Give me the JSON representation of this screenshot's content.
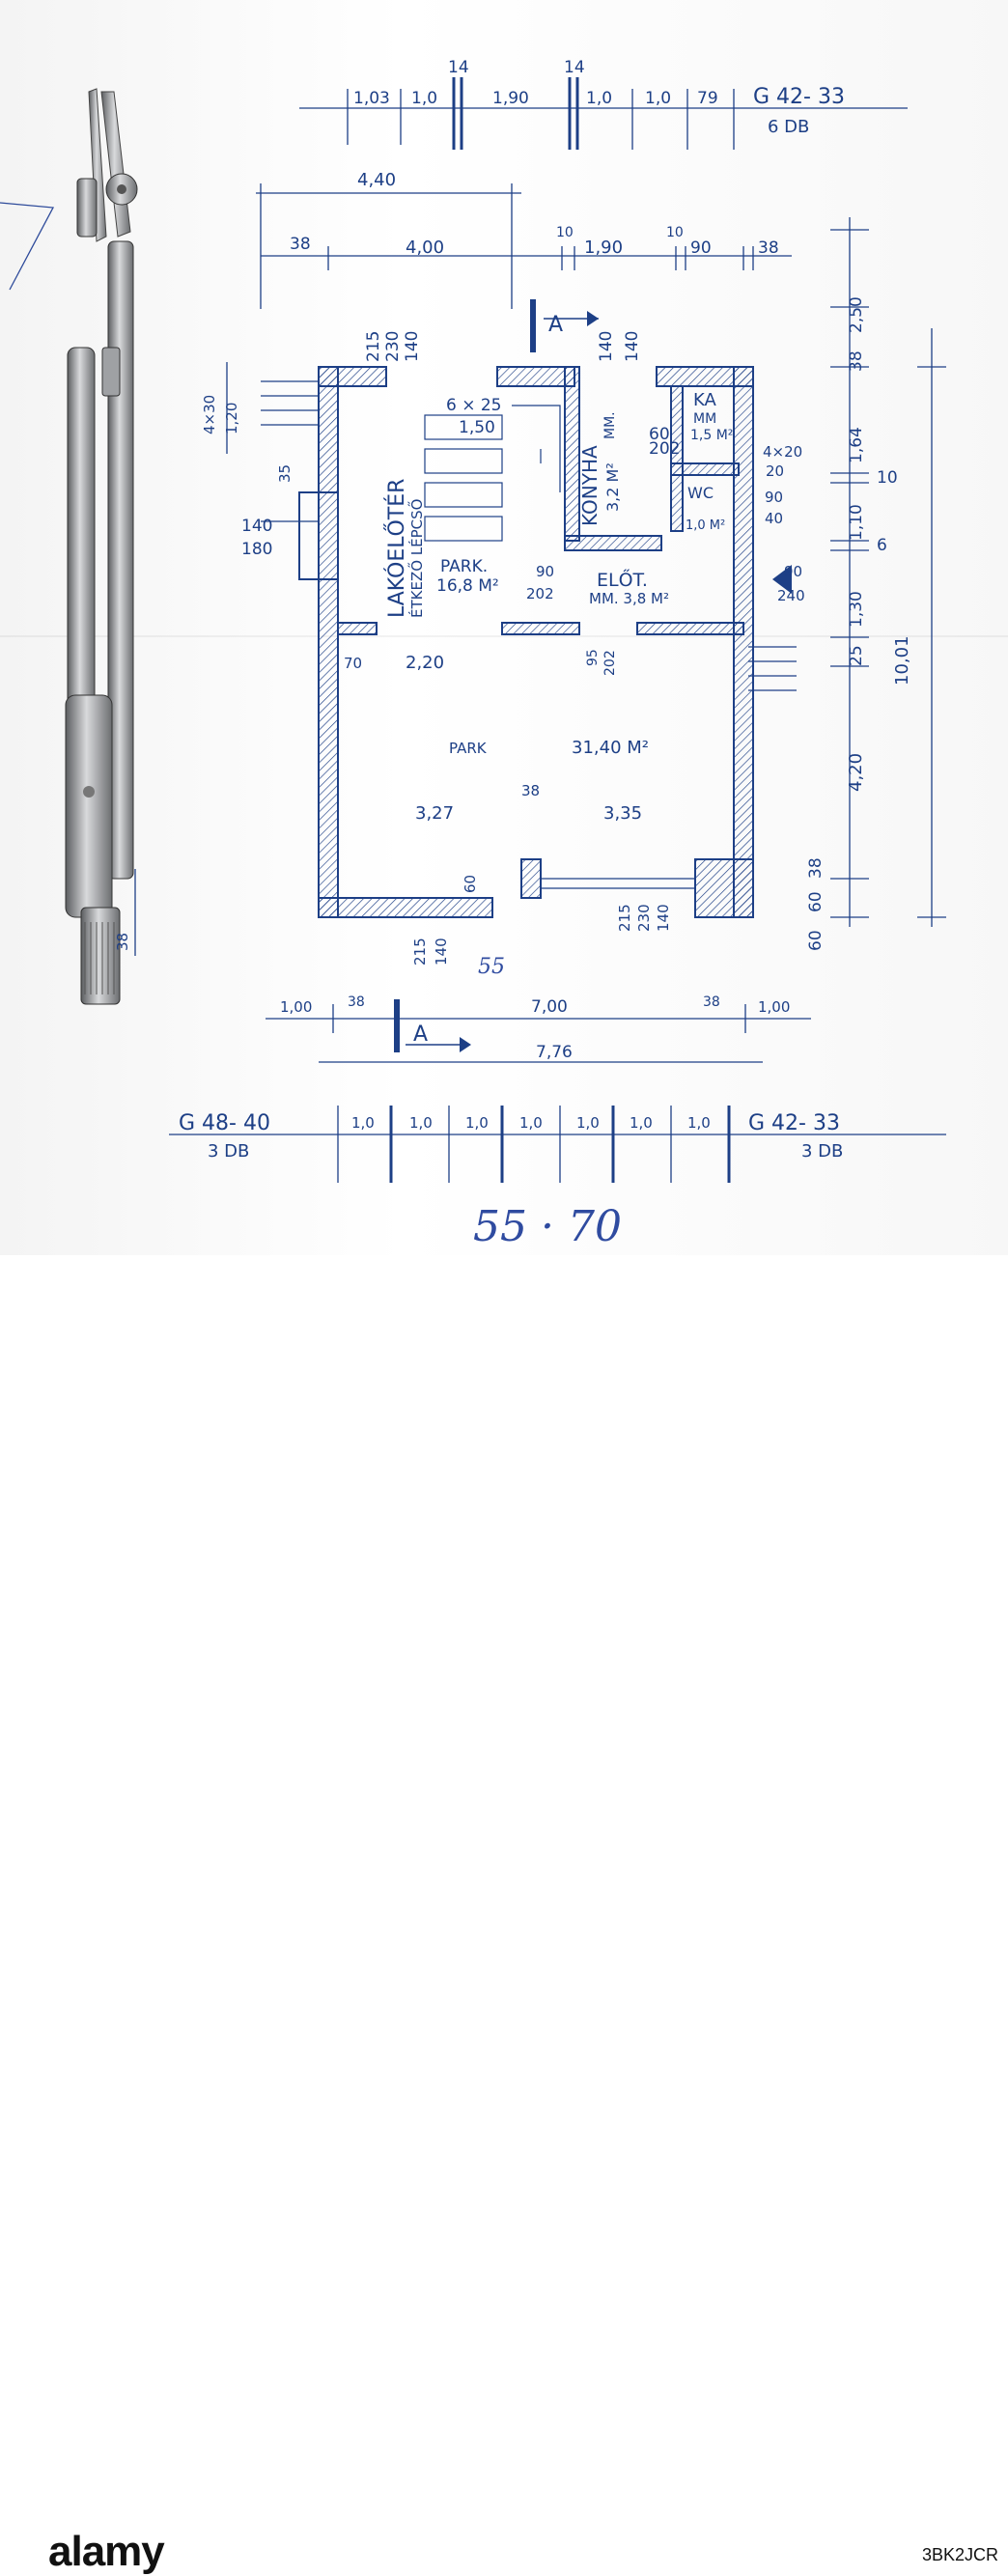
{
  "plan": {
    "top_window_dims": [
      "1,03",
      "1,0",
      "1,90",
      "1,0",
      "1,0",
      "79"
    ],
    "top_window_ticks": [
      "14",
      "14"
    ],
    "top_window_type": "G 42- 33",
    "top_window_count": "6 DB",
    "overall_top_left": "4,40",
    "dim_38a": "38",
    "dim_400": "4,00",
    "dim_10a": "10",
    "dim_190": "1,90",
    "dim_10b": "10",
    "dim_90": "90",
    "dim_38b": "38",
    "right_250": "2,50",
    "right_38": "38",
    "right_164": "1,64",
    "right_10": "10",
    "right_110": "1,10",
    "right_6": "6",
    "right_130": "1,30",
    "right_25": "25",
    "right_420": "4,20",
    "right_1001": "10,01",
    "right_38b": "38",
    "right_60a": "60",
    "right_60b": "60",
    "section_mark": "A",
    "stair_215": "215",
    "stair_230": "230",
    "stair_140": "140",
    "kitchen_140a": "140",
    "kitchen_140b": "140",
    "stair_steps": "6 × 25",
    "stair_len": "1,50",
    "left_430": "4×30",
    "left_120": "1,20",
    "left_35": "35",
    "left_140": "140",
    "left_180": "180",
    "living_room": "LAKÓELŐTÉR",
    "dining_stair": "ÉTKEZŐ LÉPCSŐ",
    "living_park": "PARK.",
    "living_area": "16,8 M²",
    "kitchen": "KONYHA",
    "kitchen_mm": "MM.",
    "kitchen_area": "3,2 M²",
    "door_60": "60",
    "door_202": "202",
    "pantry": "KA",
    "pantry_mm": "MM",
    "pantry_area": "1,5 M²",
    "dim_420": "4×20",
    "dim_20": "20",
    "wc": "WC",
    "wc_area": "1,0 M²",
    "wc_90": "90",
    "wc_40": "40",
    "hall": "ELŐT.",
    "hall_area": "MM. 3,8 M²",
    "door_90": "90",
    "door_202b": "202",
    "entry_90": "90",
    "entry_240": "240",
    "door_95": "95",
    "door_202c": "202",
    "dim_70": "70",
    "dim_220": "2,20",
    "main_park": "PARK",
    "main_area": "31,40 M²",
    "dim_327": "3,27",
    "dim_38mid": "38",
    "dim_335": "3,35",
    "left_38": "38",
    "bay_60": "60",
    "sill_215": "215",
    "sill_140": "140",
    "sill_215b": "215",
    "sill_230": "230",
    "sill_140b": "140",
    "hand_55": "55",
    "bottom_100a": "1,00",
    "bottom_38a": "38",
    "bottom_700": "7,00",
    "bottom_38b": "38",
    "bottom_100b": "1,00",
    "bottom_776": "7,76",
    "bottom_win_left_type": "G 48- 40",
    "bottom_win_left_count": "3 DB",
    "bottom_win_dims": [
      "1,0",
      "1,0",
      "1,0",
      "1,0",
      "1,0",
      "1,0",
      "1,0"
    ],
    "bottom_win_right_type": "G 42- 33",
    "bottom_win_right_count": "3 DB",
    "hand_5570": "55 · 70"
  },
  "watermark": {
    "logo": "alamy",
    "image_id": "3BK2JCR"
  },
  "colors": {
    "ink": "#1d3f86",
    "ink_light": "#4a68b0",
    "paper": "#f5f5f5",
    "steel": "#8b8d90"
  }
}
